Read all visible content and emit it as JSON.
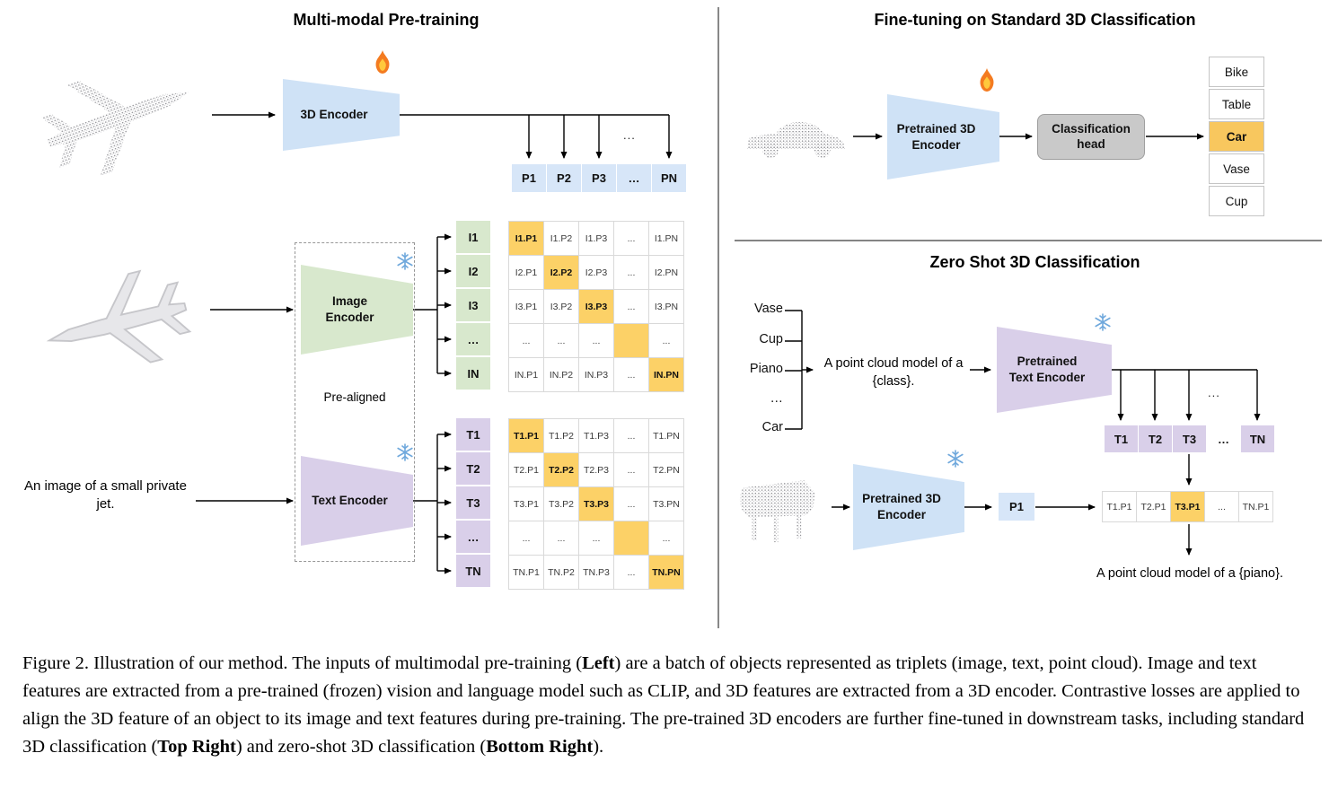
{
  "colors": {
    "blue": "#cfe2f6",
    "green": "#d8e8cd",
    "purple": "#d9cfe9",
    "highlight": "#fcd167",
    "head_gray": "#c9c9c9"
  },
  "icons": {
    "flame": "flame-icon",
    "snowflake": "snowflake-icon"
  },
  "left": {
    "title": "Multi-modal Pre-training",
    "encoder3d_label": "3D Encoder",
    "image_encoder_label": "Image Encoder",
    "text_encoder_label": "Text Encoder",
    "pre_aligned": "Pre-aligned",
    "input_text": "An image of a small private jet.",
    "dots": "...",
    "p_row": [
      "P1",
      "P2",
      "P3",
      "…",
      "PN"
    ],
    "i_col": [
      "I1",
      "I2",
      "I3",
      "…",
      "IN"
    ],
    "t_col": [
      "T1",
      "T2",
      "T3",
      "…",
      "TN"
    ],
    "i_matrix": [
      [
        "I1.P1",
        "I1.P2",
        "I1.P3",
        "...",
        "I1.PN"
      ],
      [
        "I2.P1",
        "I2.P2",
        "I2.P3",
        "...",
        "I2.PN"
      ],
      [
        "I3.P1",
        "I3.P2",
        "I3.P3",
        "...",
        "I3.PN"
      ],
      [
        "...",
        "...",
        "...",
        "",
        "..."
      ],
      [
        "IN.P1",
        "IN.P2",
        "IN.P3",
        "...",
        "IN.PN"
      ]
    ],
    "t_matrix": [
      [
        "T1.P1",
        "T1.P2",
        "T1.P3",
        "...",
        "T1.PN"
      ],
      [
        "T2.P1",
        "T2.P2",
        "T2.P3",
        "...",
        "T2.PN"
      ],
      [
        "T3.P1",
        "T3.P2",
        "T3.P3",
        "...",
        "T3.PN"
      ],
      [
        "...",
        "...",
        "...",
        "",
        "..."
      ],
      [
        "TN.P1",
        "TN.P2",
        "TN.P3",
        "...",
        "TN.PN"
      ]
    ]
  },
  "top_right": {
    "title": "Fine-tuning on Standard 3D Classification",
    "encoder_label": "Pretrained 3D Encoder",
    "head_label": "Classification head",
    "classes": [
      "Bike",
      "Table",
      "Car",
      "Vase",
      "Cup"
    ],
    "highlighted_class": "Car"
  },
  "bottom_right": {
    "title": "Zero Shot 3D Classification",
    "class_words": [
      "Vase",
      "Cup",
      "Piano",
      "…",
      "Car"
    ],
    "prompt": "A point cloud model of a {class}.",
    "text_encoder_label": "Pretrained Text Encoder",
    "encoder3d_label": "Pretrained 3D Encoder",
    "t_row": [
      "T1",
      "T2",
      "T3",
      "…",
      "TN"
    ],
    "p_cell": "P1",
    "result_row": [
      "T1.P1",
      "T2.P1",
      "T3.P1",
      "...",
      "TN.P1"
    ],
    "dots": "...",
    "result_caption": "A point cloud model of a {piano}."
  },
  "caption": {
    "segments": [
      {
        "text": "Figure 2. Illustration of our method. The inputs of multimodal pre-training (",
        "bold": false
      },
      {
        "text": "Left",
        "bold": true
      },
      {
        "text": ") are a batch of objects represented as triplets (image, text, point cloud). Image and text features are extracted from a pre-trained (frozen) vision and language model such as CLIP, and 3D features are extracted from a 3D encoder. Contrastive losses are applied to align the 3D feature of an object to its image and text features during pre-training. The pre-trained 3D encoders are further fine-tuned in downstream tasks, including standard 3D classification (",
        "bold": false
      },
      {
        "text": "Top Right",
        "bold": true
      },
      {
        "text": ") and zero-shot 3D classification (",
        "bold": false
      },
      {
        "text": "Bottom Right",
        "bold": true
      },
      {
        "text": ").",
        "bold": false
      }
    ]
  }
}
